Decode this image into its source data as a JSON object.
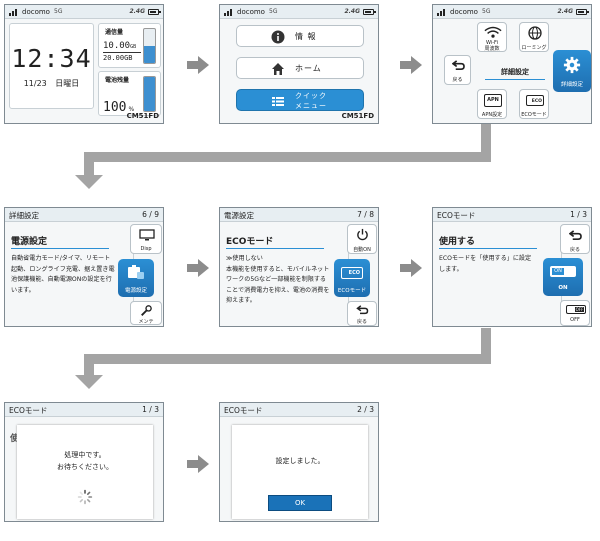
{
  "status": {
    "carrier": "docomo",
    "network": "5G",
    "band": "2.4G"
  },
  "s1": {
    "time": "12:34",
    "date": "11/23",
    "weekday": "日曜日",
    "traffic_label": "通信量",
    "traffic_used": "10.00",
    "traffic_used_unit": "GB",
    "traffic_total": "20.00GB",
    "battery_label": "電池残量",
    "battery_value": "100",
    "battery_unit": "%",
    "model": "CM51FD"
  },
  "s2": {
    "info": "情 報",
    "home": "ホーム",
    "quick_menu": "クイック\nメニュー",
    "model": "CM51FD"
  },
  "s3": {
    "wifi": "Wi-Fi\n周波数",
    "roaming": "ローミング",
    "back": "戻る",
    "center": "詳細設定",
    "detail": "詳細設定",
    "apn": "APN設定",
    "eco": "ECOモード"
  },
  "s4": {
    "header": "詳細設定",
    "page": "6 / 9",
    "title": "電源設定",
    "body": "自動省電力モード/タイマ、リモート起動、ロングライフ充電、据え置き電池保護機能、自動電源ONの設定を行います。",
    "disp": "Disp",
    "power": "電源設定",
    "maint": "メンテ"
  },
  "s5": {
    "header": "電源設定",
    "page": "7 / 8",
    "title": "ECOモード",
    "body": "≫使用しない\n本機能を使用すると、モバイルネットワークの5Gなど一部機能を制限することで消費電力を抑え、電池の消費を抑えます。",
    "auto_on": "自動ON",
    "eco": "ECOモード",
    "back": "戻る"
  },
  "s6": {
    "header": "ECOモード",
    "page": "1 / 3",
    "title": "使用する",
    "body": "ECOモードを「使用する」に設定します。",
    "back": "戻る",
    "on": "ON",
    "off": "OFF"
  },
  "s7": {
    "header": "ECOモード",
    "page": "1 / 3",
    "msg": "処理中です。\nお待ちください。"
  },
  "s8": {
    "header": "ECOモード",
    "page": "2 / 3",
    "msg": "設定しました。",
    "ok": "OK"
  }
}
